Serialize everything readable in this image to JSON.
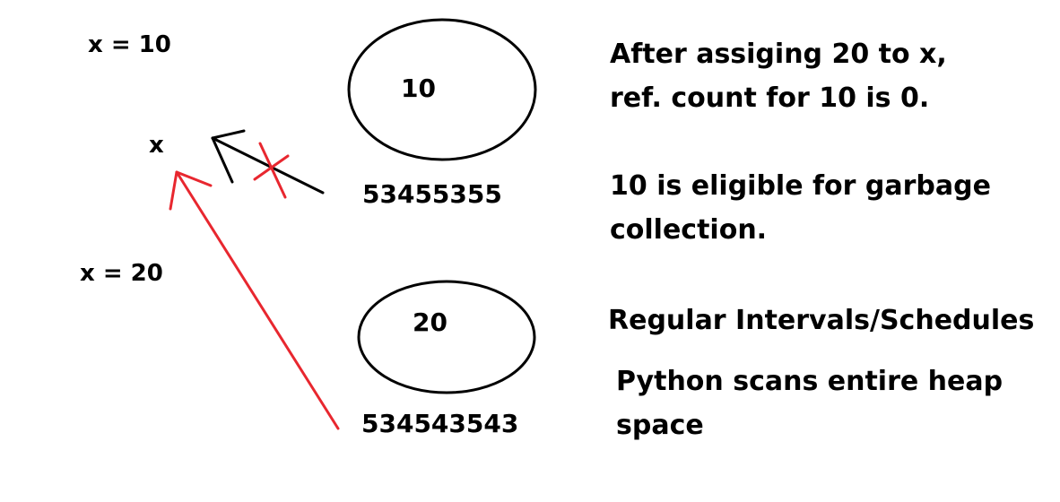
{
  "labels": {
    "x_eq_10": "x = 10",
    "x_eq_20": "x = 20",
    "var_x": "x"
  },
  "objects": [
    {
      "value": "10",
      "address": "53455355"
    },
    {
      "value": "20",
      "address": "534543543"
    }
  ],
  "notes": {
    "after_assign_line1": "After assiging 20 to x,",
    "after_assign_line2": "ref. count for 10 is 0.",
    "eligible_line1": "10 is eligible for garbage",
    "eligible_line2": "collection.",
    "regular_intervals": "Regular Intervals/Schedules",
    "scan_line1": "Python scans entire heap",
    "scan_line2": "space"
  },
  "colors": {
    "ink": "#000000",
    "reference_new": "#e8272f",
    "cross_mark": "#e8272f"
  }
}
